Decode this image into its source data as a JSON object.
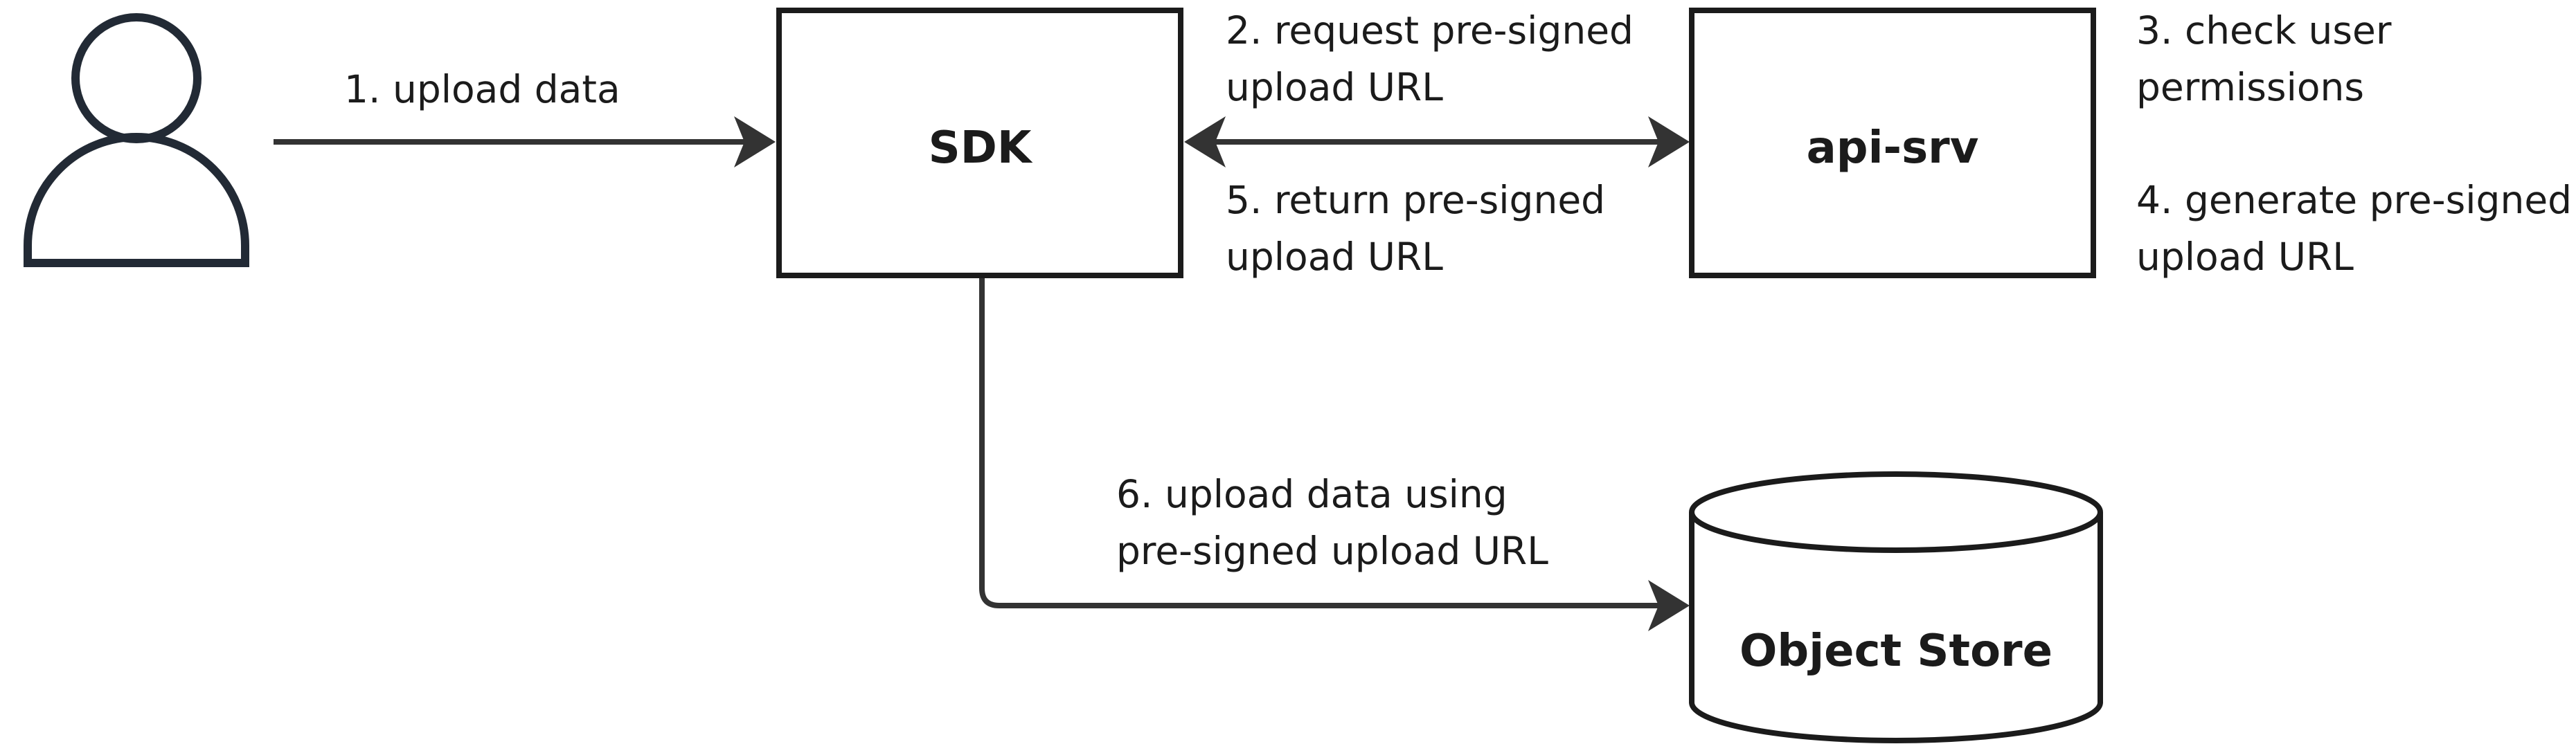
{
  "colors": {
    "box_stroke": "#1b1b1b",
    "edge_stroke": "#333333",
    "user_icon": "#222a35",
    "background": "#ffffff"
  },
  "nodes": {
    "user": {
      "icon": "user-icon"
    },
    "sdk": {
      "label": "SDK"
    },
    "api_srv": {
      "label": "api-srv"
    },
    "object_store": {
      "label": "Object Store"
    }
  },
  "edges": {
    "step1": {
      "lines": [
        "1. upload data"
      ]
    },
    "step2": {
      "lines": [
        "2. request pre-signed",
        "upload URL"
      ]
    },
    "step3": {
      "lines": [
        "3. check user",
        "permissions"
      ]
    },
    "step4": {
      "lines": [
        "4. generate pre-signed",
        "upload URL"
      ]
    },
    "step5": {
      "lines": [
        "5. return pre-signed",
        "upload URL"
      ]
    },
    "step6": {
      "lines": [
        "6. upload data using",
        "pre-signed upload URL"
      ]
    }
  }
}
